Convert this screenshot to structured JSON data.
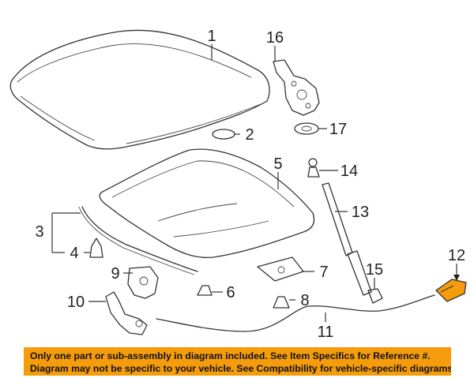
{
  "callouts": {
    "c1": "1",
    "c2": "2",
    "c3": "3",
    "c4": "4",
    "c5": "5",
    "c6": "6",
    "c7": "7",
    "c8": "8",
    "c9": "9",
    "c10": "10",
    "c11": "11",
    "c12": "12",
    "c13": "13",
    "c14": "14",
    "c15": "15",
    "c16": "16",
    "c17": "17"
  },
  "banner": {
    "line1": "Only one part or sub-assembly in diagram included. See Item Specifics for Reference #.",
    "line2": "Diagram may not be specific to your vehicle. See Compatibility for vehicle-specific diagrams."
  },
  "colors": {
    "banner_background": "#f59c0c",
    "line_art": "#333333",
    "highlighted_part": "#f59c0c"
  }
}
